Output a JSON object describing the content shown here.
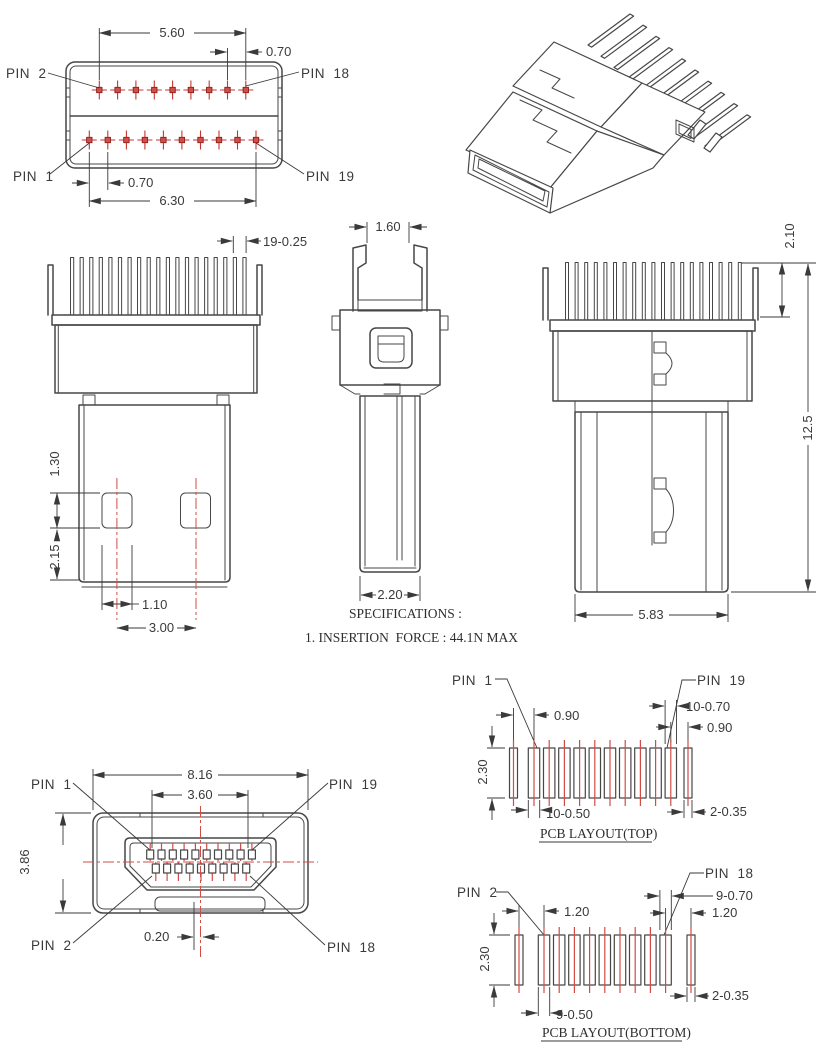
{
  "drawing": {
    "colors": {
      "line": "#474747",
      "accent_red": "#c83530"
    },
    "front_view": {
      "pin2": "PIN  2",
      "pin18": "PIN  18",
      "pin1": "PIN  1",
      "pin19": "PIN  19",
      "dim_span_top": "5.60",
      "dim_pitch_top": "0.70",
      "dim_pitch_bottom": "0.70",
      "dim_span_bottom": "6.30"
    },
    "top_view": {
      "dim_teeth": "19-0.25",
      "dim_hole_height": "1.30",
      "dim_hole_offset": "2.15",
      "dim_hole_width": "1.10",
      "dim_hole_spacing": "3.00"
    },
    "side_view": {
      "dim_tip_width": "1.60",
      "dim_stem_width": "2.20"
    },
    "rear_view": {
      "dim_teeth_height": "2.10",
      "dim_total_height": "12.5",
      "dim_body_width": "5.83"
    },
    "specifications": {
      "title": "SPECIFICATIONS :",
      "line1": "1. INSERTION  FORCE : 44.1N MAX"
    },
    "mating_view": {
      "pin1": "PIN  1",
      "pin19": "PIN  19",
      "pin2": "PIN  2",
      "pin18": "PIN  18",
      "dim_shell_width": "8.16",
      "dim_contact_span": "3.60",
      "dim_shell_height": "3.86",
      "dim_offset": "0.20"
    },
    "pcb_top": {
      "title": "PCB LAYOUT(TOP)",
      "pin1": "PIN  1",
      "pin19": "PIN  19",
      "dim_end_offset_left": "0.90",
      "dim_pad_width": "10-0.70",
      "dim_end_offset_right": "0.90",
      "dim_pad_height": "2.30",
      "dim_pad_pitch": "10-0.50",
      "dim_end_pads": "2-0.35"
    },
    "pcb_bottom": {
      "title": "PCB LAYOUT(BOTTOM)",
      "pin2": "PIN  2",
      "pin18": "PIN  18",
      "dim_end_offset_left": "1.20",
      "dim_pad_width": "9-0.70",
      "dim_end_offset_right": "1.20",
      "dim_pad_height": "2.30",
      "dim_pad_pitch": "9-0.50",
      "dim_end_pads": "2-0.35"
    }
  }
}
